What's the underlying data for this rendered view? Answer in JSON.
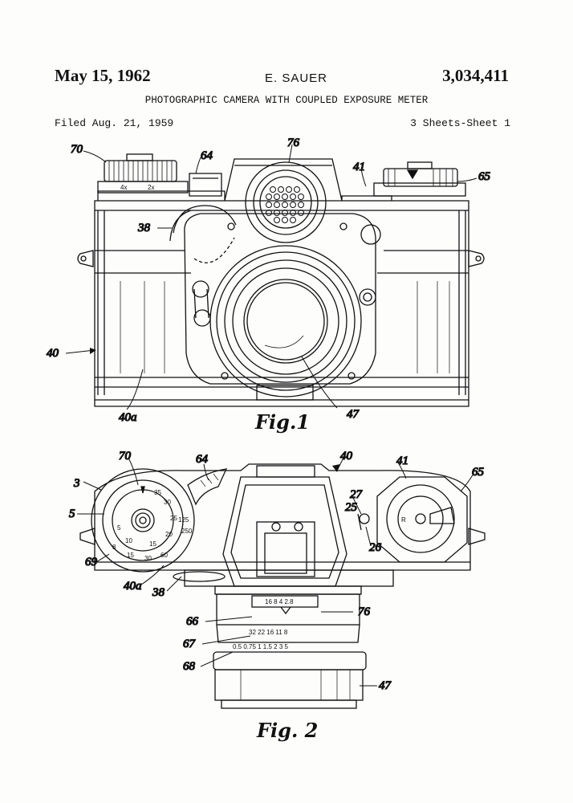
{
  "header": {
    "date": "May 15, 1962",
    "inventor": "E. SAUER",
    "patent_number": "3,034,411",
    "title": "PHOTOGRAPHIC CAMERA WITH COUPLED EXPOSURE METER",
    "filed": "Filed Aug. 21, 1959",
    "sheet": "3 Sheets-Sheet 1"
  },
  "figures": {
    "fig1": {
      "label": "Fig.1",
      "refs": {
        "r70": "70",
        "r76": "76",
        "r64": "64",
        "r41": "41",
        "r65": "65",
        "r38": "38",
        "r40": "40",
        "r40a": "40a",
        "r47": "47"
      }
    },
    "fig2": {
      "label": "Fig. 2",
      "refs": {
        "r70": "70",
        "r64": "64",
        "r40": "40",
        "r41": "41",
        "r65": "65",
        "r3": "3",
        "r5": "5",
        "r27": "27",
        "r25": "25",
        "r26": "26",
        "r69": "69",
        "r40a": "40a",
        "r38": "38",
        "r66": "66",
        "r76": "76",
        "r67": "67",
        "r68": "68",
        "r47": "47"
      }
    }
  }
}
